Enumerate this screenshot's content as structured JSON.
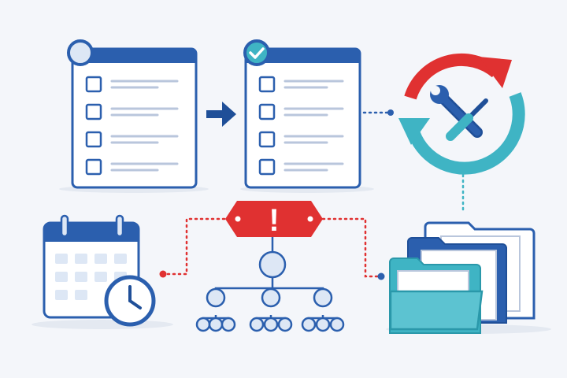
{
  "colors": {
    "background": "#f4f6fa",
    "primary_blue": "#2b5fae",
    "dark_blue": "#1f4f98",
    "light_blue_fill": "#dde7f5",
    "line_gray": "#b9c6dc",
    "alert_red": "#e03131",
    "teal": "#3fb4c4",
    "teal_dark": "#2a98aa",
    "white": "#ffffff"
  },
  "icons": {
    "checklist_pending": "clipboard-checklist-icon",
    "arrow": "right-arrow-icon",
    "checklist_done": "clipboard-checklist-check-icon",
    "maintenance": "wrench-screwdriver-cycle-icon",
    "schedule": "calendar-clock-icon",
    "alert": "alert-tag-icon",
    "hierarchy": "org-tree-icon",
    "files": "folder-stack-icon"
  },
  "checklist": {
    "item_count": 4
  },
  "alert": {
    "symbol": "!"
  },
  "hierarchy": {
    "levels": 3,
    "branches": 3,
    "leaves_per_branch": 3
  }
}
